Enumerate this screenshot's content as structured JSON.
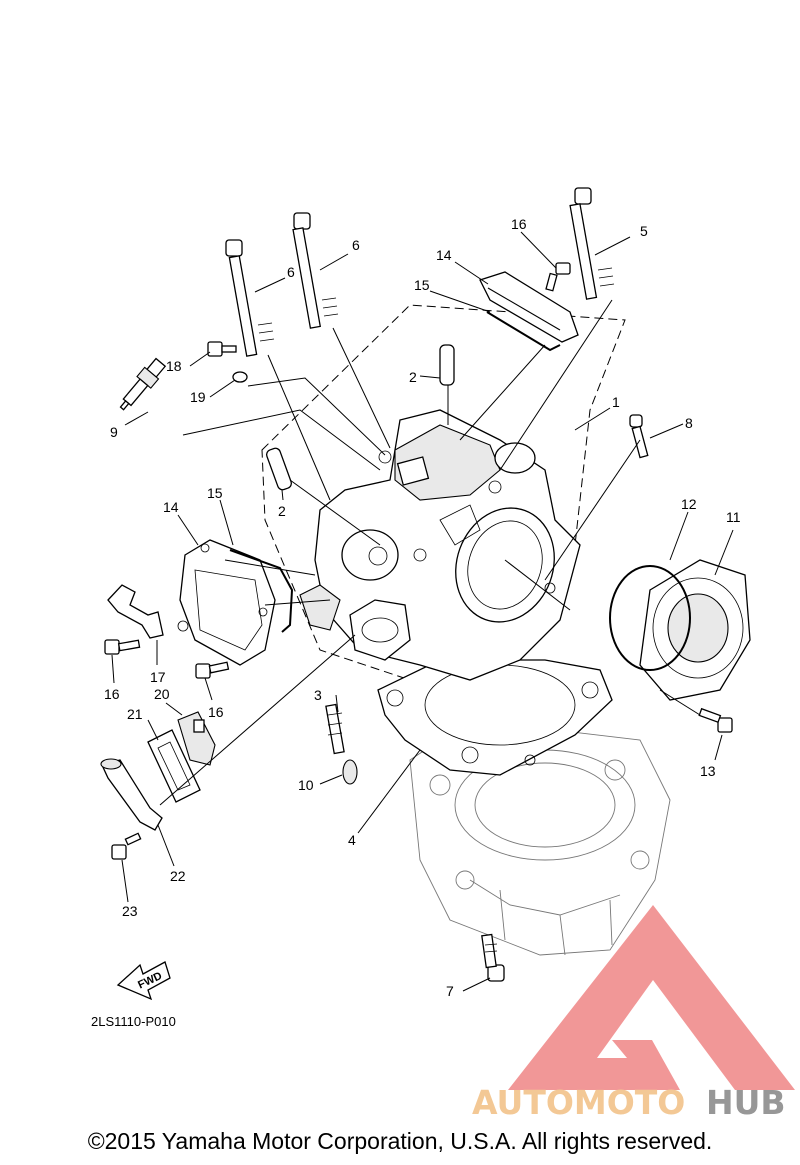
{
  "callouts": [
    {
      "id": "1",
      "label": "1"
    },
    {
      "id": "2a",
      "label": "2"
    },
    {
      "id": "2b",
      "label": "2"
    },
    {
      "id": "3",
      "label": "3"
    },
    {
      "id": "4",
      "label": "4"
    },
    {
      "id": "5",
      "label": "5"
    },
    {
      "id": "6a",
      "label": "6"
    },
    {
      "id": "6b",
      "label": "6"
    },
    {
      "id": "7",
      "label": "7"
    },
    {
      "id": "8",
      "label": "8"
    },
    {
      "id": "9",
      "label": "9"
    },
    {
      "id": "10",
      "label": "10"
    },
    {
      "id": "11",
      "label": "11"
    },
    {
      "id": "12",
      "label": "12"
    },
    {
      "id": "13",
      "label": "13"
    },
    {
      "id": "14a",
      "label": "14"
    },
    {
      "id": "14b",
      "label": "14"
    },
    {
      "id": "15a",
      "label": "15"
    },
    {
      "id": "15b",
      "label": "15"
    },
    {
      "id": "16a",
      "label": "16"
    },
    {
      "id": "16b",
      "label": "16"
    },
    {
      "id": "16c",
      "label": "16"
    },
    {
      "id": "17",
      "label": "17"
    },
    {
      "id": "18",
      "label": "18"
    },
    {
      "id": "19",
      "label": "19"
    },
    {
      "id": "20",
      "label": "20"
    },
    {
      "id": "21",
      "label": "21"
    },
    {
      "id": "22",
      "label": "22"
    },
    {
      "id": "23",
      "label": "23"
    }
  ],
  "fwd_marker": "FWD",
  "diagram_code": "2LS1110-P010",
  "watermark": {
    "part1": "AUTOMOTO",
    "part2": "HUB",
    "color_primary": "#f08c8c",
    "color_accent": "#f5c98a",
    "color_dark": "#8c8c8c"
  },
  "copyright": "©2015 Yamaha Motor Corporation, U.S.A. All rights reserved."
}
